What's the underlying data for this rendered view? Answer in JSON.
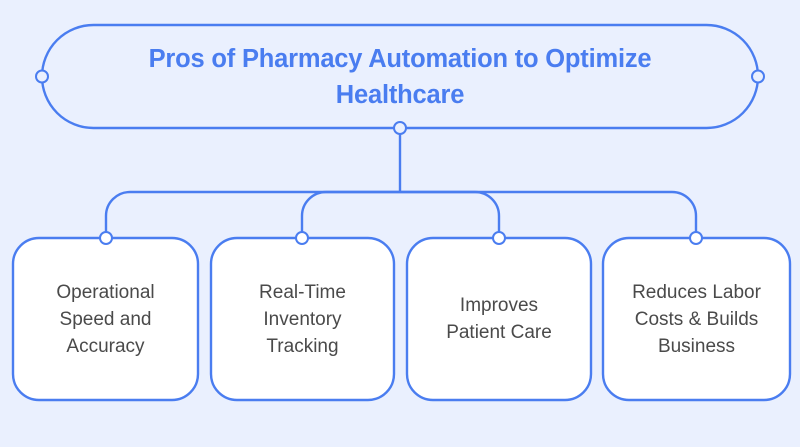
{
  "diagram": {
    "type": "tree-map",
    "title": "Pros of Pharmacy Automation to Optimize Healthcare",
    "colors": {
      "background": "#eaf0fe",
      "stroke": "#4a7df0",
      "title_text": "#4a7df0",
      "node_text": "#4a4a4a",
      "node_fill": "#ffffff",
      "port_fill": "#ffffff"
    },
    "root": {
      "label": "Pros of Pharmacy Automation to Optimize Healthcare",
      "line1": "Pros of Pharmacy Automation to Optimize",
      "line2": "Healthcare"
    },
    "children": [
      {
        "label": "Operational Speed and Accuracy",
        "lines": [
          "Operational",
          "Speed and",
          "Accuracy"
        ]
      },
      {
        "label": "Real-Time Inventory Tracking",
        "lines": [
          "Real-Time",
          "Inventory",
          "Tracking"
        ]
      },
      {
        "label": "Improves Patient Care",
        "lines": [
          "Improves",
          "Patient Care"
        ]
      },
      {
        "label": "Reduces Labor Costs & Builds Business",
        "lines": [
          "Reduces Labor",
          "Costs & Builds",
          "Business"
        ]
      }
    ]
  }
}
